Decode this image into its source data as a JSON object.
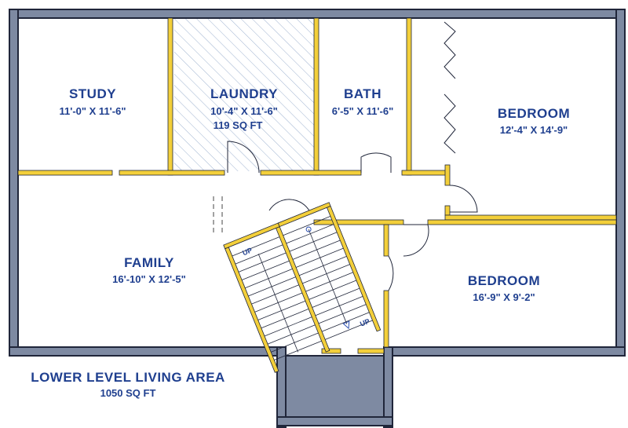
{
  "rooms": [
    {
      "id": "study",
      "name": "STUDY",
      "dims": "11'-0\" X 11'-6\""
    },
    {
      "id": "laundry",
      "name": "LAUNDRY",
      "dims": "10'-4\" X 11'-6\"",
      "area": "119 SQ FT"
    },
    {
      "id": "bath",
      "name": "BATH",
      "dims": "6'-5\" X 11'-6\""
    },
    {
      "id": "bedroom1",
      "name": "BEDROOM",
      "dims": "12'-4\" X 14'-9\""
    },
    {
      "id": "family",
      "name": "FAMILY",
      "dims": "16'-10\" X 12'-5\""
    },
    {
      "id": "bedroom2",
      "name": "BEDROOM",
      "dims": "16'-9\" X 9'-2\""
    }
  ],
  "stairs": {
    "up_label_1": "UP",
    "up_label_2": "UP"
  },
  "summary": {
    "title": "LOWER LEVEL LIVING AREA",
    "area": "1050 SQ FT"
  },
  "colors": {
    "outer_wall": "#7e8aa2",
    "interior_wall": "#f3cf3a",
    "text": "#1f3f8f",
    "hatch": "#9fb3d0"
  }
}
